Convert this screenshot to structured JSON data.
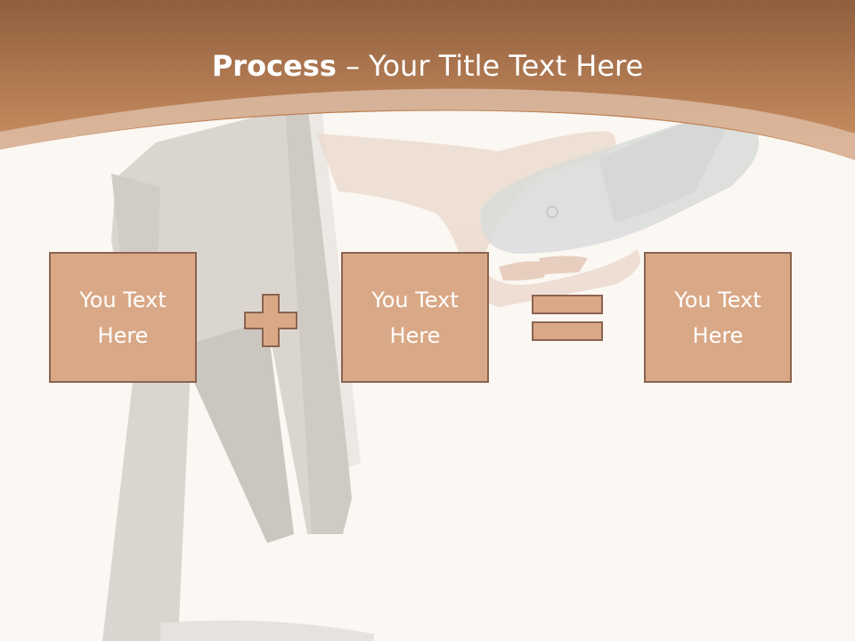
{
  "slide": {
    "title_bold": "Process",
    "title_rest": " – Your Title Text Here",
    "boxes": [
      {
        "text": "You Text Here"
      },
      {
        "text": "You Text Here"
      },
      {
        "text": "You Text Here"
      }
    ],
    "operators": [
      "plus",
      "equals"
    ]
  },
  "colors": {
    "header_band": "#c98b5f",
    "box_fill": "#d9a886",
    "box_border": "#8a6450",
    "background": "#fbf7f3"
  },
  "icons": [
    "plus-icon",
    "equals-icon"
  ]
}
